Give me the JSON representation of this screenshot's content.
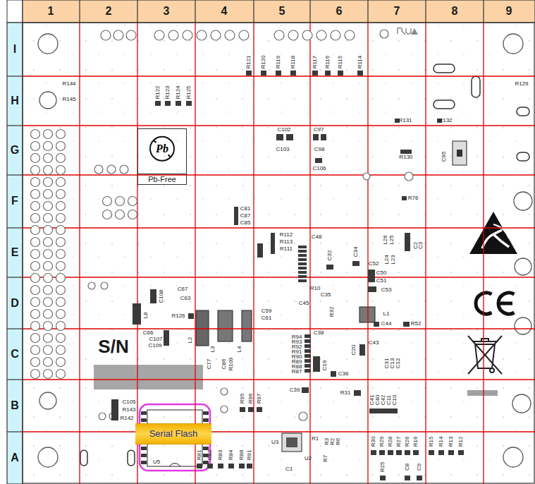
{
  "diagram": {
    "nodes": [
      {
        "text": [
          "Pb",
          "Pb-Free"
        ]
      },
      {
        "text": [
          "Serial Flash"
        ]
      }
    ],
    "labels": [
      "1",
      "2",
      "3",
      "4",
      "5",
      "6",
      "7",
      "8",
      "9",
      "I",
      "H",
      "G",
      "F",
      "E",
      "D",
      "C",
      "B",
      "A",
      "S/N",
      "R121",
      "R120",
      "R119",
      "R118",
      "R117",
      "R116",
      "R115",
      "R114",
      "R144",
      "R145",
      "R122",
      "R123",
      "R124",
      "R125",
      "R129",
      "C102",
      "C103",
      "C97",
      "C98",
      "C106",
      "R131",
      "R132",
      "R130",
      "C95",
      "R76",
      "C81",
      "C87",
      "C85",
      "R112",
      "R113",
      "R111",
      "C48",
      "C34",
      "C32",
      "C52",
      "C50",
      "C51",
      "C53",
      "L26",
      "L25",
      "L24",
      "L23",
      "C2",
      "C3",
      "C108",
      "L8",
      "C67",
      "C63",
      "R126",
      "R10",
      "C35",
      "R32",
      "C45",
      "L1",
      "C44",
      "R52",
      "C59",
      "C61",
      "C66",
      "C107",
      "C109",
      "L2",
      "L3",
      "L4",
      "C77",
      "C86",
      "R109",
      "C38",
      "R94",
      "R93",
      "R92",
      "R91",
      "R90",
      "R89",
      "R88",
      "R87",
      "C19",
      "C36",
      "C20",
      "C43",
      "C31",
      "C13",
      "C12",
      "R95",
      "R96",
      "R97",
      "C39",
      "R31",
      "C41",
      "C40",
      "C42",
      "C11",
      "C10",
      "C105",
      "R143",
      "R142",
      "U5",
      "R81",
      "R82",
      "R83",
      "R84",
      "R88",
      "R91",
      "R1",
      "R3",
      "R2",
      "R6",
      "R7",
      "U3",
      "U2",
      "C1",
      "R30",
      "R29",
      "R28",
      "R27",
      "R26",
      "R16",
      "R15",
      "R14",
      "R13",
      "R12",
      "R25",
      "C8",
      "C9"
    ]
  }
}
